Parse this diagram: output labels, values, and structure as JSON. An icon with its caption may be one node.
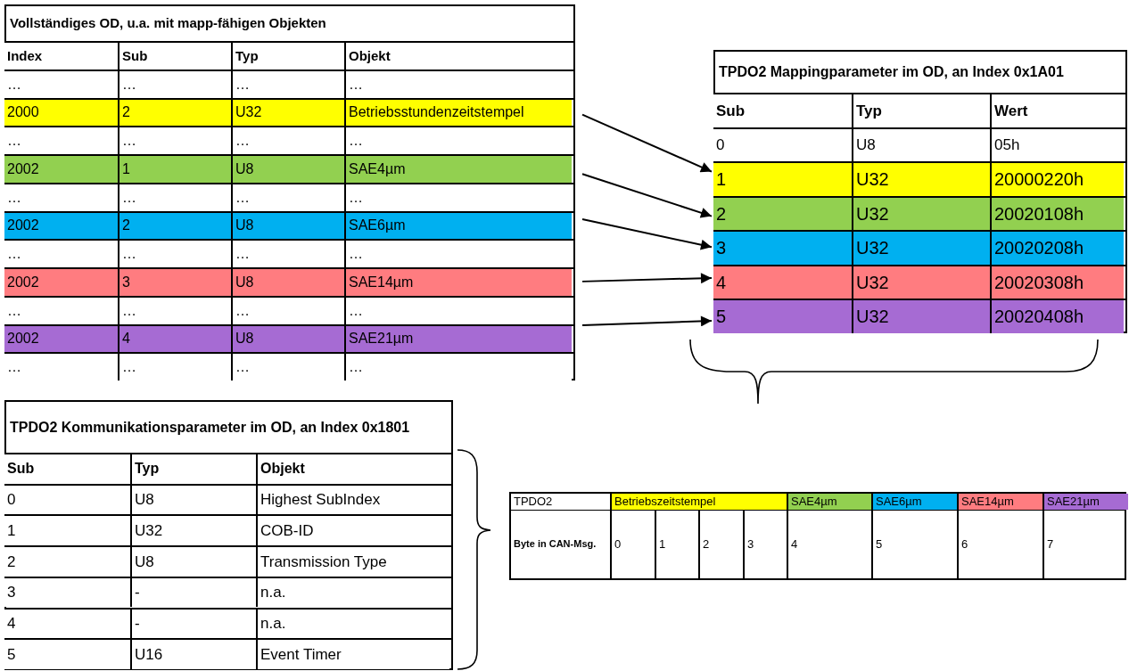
{
  "diagram": {
    "nodes": [
      {
        "text": [
          "Vollständiges OD, u.a. mit mapp-fähigen Objekten"
        ]
      },
      {
        "text": [
          "Index",
          "Sub",
          "Typ",
          "Objekt"
        ],
        "in": 0
      },
      {
        "text": [
          "…",
          "…",
          "…",
          "…"
        ],
        "in": 0
      },
      {
        "text": [
          "2000",
          "2",
          "U32",
          "Betriebsstundenzeitstempel"
        ],
        "in": 0
      },
      {
        "text": [
          "…",
          "…",
          "…",
          "…"
        ],
        "in": 0
      },
      {
        "text": [
          "2002",
          "1",
          "U8",
          "SAE4µm"
        ],
        "in": 0
      },
      {
        "text": [
          "…",
          "…",
          "…",
          "…"
        ],
        "in": 0
      },
      {
        "text": [
          "2002",
          "2",
          "U8",
          "SAE6µm"
        ],
        "in": 0
      },
      {
        "text": [
          "…",
          "…",
          "…",
          "…"
        ],
        "in": 0
      },
      {
        "text": [
          "2002",
          "3",
          "U8",
          "SAE14µm"
        ],
        "in": 0
      },
      {
        "text": [
          "…",
          "…",
          "…",
          "…"
        ],
        "in": 0
      },
      {
        "text": [
          "2002",
          "4",
          "U8",
          "SAE21µm"
        ],
        "in": 0
      },
      {
        "text": [
          "…",
          "…",
          "…",
          "…"
        ],
        "in": 0
      },
      {
        "text": [
          "TPDO2 Mappingparameter im OD, an Index 0x1A01"
        ]
      },
      {
        "text": [
          "Sub",
          "Typ",
          "Wert"
        ],
        "in": 13
      },
      {
        "text": [
          "0",
          "U8",
          "05h"
        ],
        "in": 13
      },
      {
        "text": [
          "1",
          "U32",
          "20000220h"
        ],
        "in": 13
      },
      {
        "text": [
          "2",
          "U32",
          "20020108h"
        ],
        "in": 13
      },
      {
        "text": [
          "3",
          "U32",
          "20020208h"
        ],
        "in": 13
      },
      {
        "text": [
          "4",
          "U32",
          "20020308h"
        ],
        "in": 13
      },
      {
        "text": [
          "5",
          "U32",
          "20020408h"
        ],
        "in": 13
      },
      {
        "text": [
          "TPDO2 Kommunikationsparameter im OD, an Index 0x1801"
        ]
      },
      {
        "text": [
          "Sub",
          "Typ",
          "Objekt"
        ],
        "in": 21
      },
      {
        "text": [
          "0",
          "U8",
          "Highest SubIndex"
        ],
        "in": 21
      },
      {
        "text": [
          "1",
          "U32",
          "COB-ID"
        ],
        "in": 21
      },
      {
        "text": [
          "2",
          "U8",
          "Transmission Type"
        ],
        "in": 21
      },
      {
        "text": [
          "3",
          "-",
          "n.a."
        ],
        "in": 21
      },
      {
        "text": [
          "4",
          "-",
          "n.a."
        ],
        "in": 21
      },
      {
        "text": [
          "5",
          "U16",
          "Event Timer"
        ],
        "in": 21
      },
      {
        "text": [
          "TPDO2",
          "Betriebszeitstempel",
          "SAE4µm",
          "SAE6µm",
          "SAE14µm",
          "SAE21µm"
        ]
      },
      {
        "text": [
          "Byte in CAN-Msg.",
          "0",
          "1",
          "2",
          "3",
          "4",
          "5",
          "6",
          "7"
        ]
      }
    ],
    "edges": [
      {
        "from": 3,
        "to": 16,
        "arrow": "to"
      },
      {
        "from": 5,
        "to": 17,
        "arrow": "to"
      },
      {
        "from": 7,
        "to": 18,
        "arrow": "to"
      },
      {
        "from": 9,
        "to": 19,
        "arrow": "to"
      },
      {
        "from": 11,
        "to": 20,
        "arrow": "to"
      }
    ]
  }
}
